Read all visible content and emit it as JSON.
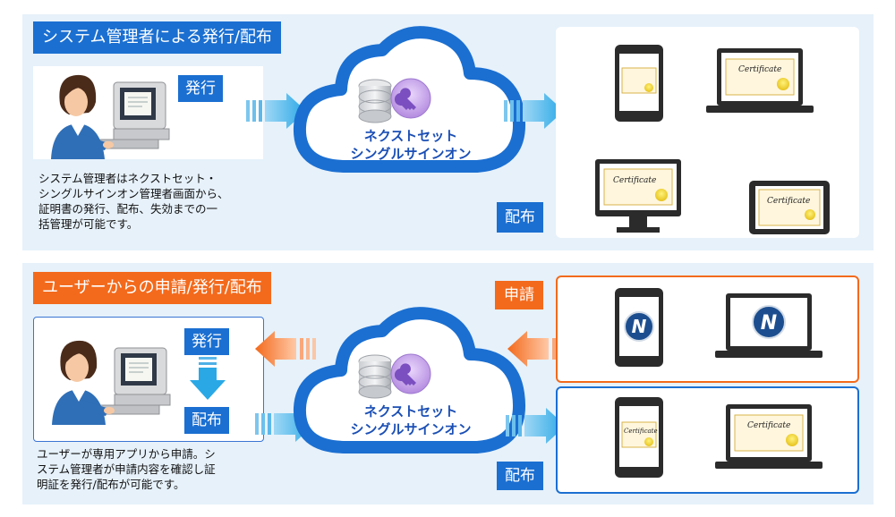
{
  "section1": {
    "title": "システム管理者による発行/配布",
    "issue_label": "発行",
    "distribute_label": "配布",
    "cloud_text": "ネクストセット\nシングルサインオン",
    "description": "システム管理者はネクストセット・\nシングルサインオン管理者画面から、\n証明書の発行、配布、失効までの一\n括管理が可能です。",
    "certificate_text": "Certificate"
  },
  "section2": {
    "title": "ユーザーからの申請/発行/配布",
    "apply_label": "申請",
    "issue_label": "発行",
    "distribute_label": "配布",
    "distribute_label_right": "配布",
    "cloud_text": "ネクストセット\nシングルサインオン",
    "description": "ユーザーが専用アプリから申請。シ\nステム管理者が申請内容を確認し証\n明証を発行/配布が可能です。",
    "certificate_text": "Certificate"
  },
  "colors": {
    "blue": "#1b6fd1",
    "orange": "#f36a1c",
    "cloud_blue": "#1b6fd1",
    "panel_bg": "#e6f1fa"
  }
}
